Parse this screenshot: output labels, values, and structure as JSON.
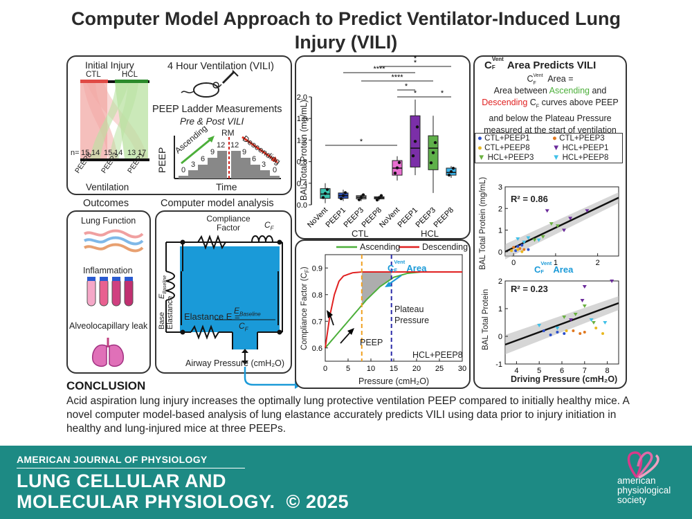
{
  "title_line1": "Computer Model Approach to Predict Ventilator-Induced Lung",
  "title_line2": "Injury (VILI)",
  "panel1": {
    "initial_injury": "Initial Injury",
    "ctl": "CTL",
    "hcl": "HCL",
    "ventilation_title": "4 Hour Ventilation (VILI)",
    "peep_ladder": "PEEP Ladder Measurements",
    "pre_post": "Pre & Post VILI",
    "n_label": "n=",
    "counts": [
      "15",
      "14",
      "15",
      "14",
      "13",
      "17"
    ],
    "groups": [
      "PEEP8",
      "PEEP3",
      "PEEP1"
    ],
    "ventilation": "Ventilation",
    "peep_axis": "PEEP",
    "time_axis": "Time",
    "ascending": "Ascending",
    "descending": "Descending",
    "rm": "RM",
    "ladder_values": [
      "0",
      "3",
      "6",
      "9",
      "12",
      "12",
      "9",
      "6",
      "3",
      "0"
    ]
  },
  "outcomes": {
    "heading": "Outcomes",
    "lung_function": "Lung Function",
    "inflammation": "Inflammation",
    "leak": "Alveolocapillary leak"
  },
  "model": {
    "heading": "Computer model analysis",
    "compliance_factor": "Compliance Factor",
    "cf": "C",
    "cf_sub": "F",
    "e_baseline": "E",
    "e_baseline_sub": "Baseline",
    "base_elastance": "Base Elastance",
    "elastance_eq": "Elastance E =",
    "eq_num": "E",
    "eq_num_sub": "Baseline",
    "eq_den": "C",
    "eq_den_sub": "F",
    "airway_pressure": "Airway Pressure (cmH₂O)"
  },
  "boxplot": {
    "ylabel": "BAL Total Protein (mg/mL)",
    "yticks": [
      "0.0",
      "0.4",
      "0.8",
      "1.2",
      "1.6",
      "2.0"
    ],
    "categories": [
      "NoVent",
      "PEEP1",
      "PEEP3",
      "PEEP8",
      "NoVent",
      "PEEP1",
      "PEEP3",
      "PEEP8"
    ],
    "group_labels": [
      "CTL",
      "HCL"
    ],
    "sig": [
      "*",
      "****",
      "****",
      "*",
      "*",
      "*",
      "*",
      "*"
    ],
    "colors": [
      "#3cc4b0",
      "#2c4fb8",
      "#999999",
      "#8a8a8a",
      "#e86fd0",
      "#7b2fa8",
      "#5fb04a",
      "#3ab4ea"
    ]
  },
  "cf_plot": {
    "ylabel": "Compliance Factor (C",
    "ylabel_sub": "F",
    "ylabel_end": ")",
    "xlabel": "Pressure (cmH₂O)",
    "legend_asc": "Ascending",
    "legend_desc": "Descending",
    "area_label_c": "C",
    "area_label_sup": "Vent",
    "area_label_sub": "F",
    "area_label_word": "Area",
    "plateau": "Plateau",
    "pressure_word": "Pressure",
    "peep": "PEEP",
    "group": "HCL+PEEP8",
    "asc_color": "#4caf3a",
    "desc_color": "#e02020",
    "peep_line_color": "#f0a020",
    "plateau_line_color": "#2a2aa8"
  },
  "right": {
    "title_c": "C",
    "title_sup": "Vent",
    "title_sub": "F",
    "title_rest": "Area Predicts VILI",
    "desc_c": "C",
    "desc_sup": "Vent",
    "desc_sub": "F",
    "desc_area": "Area =",
    "desc_line2": "Area between",
    "desc_asc": "Ascending",
    "desc_and": "and",
    "desc_desc": "Descending",
    "desc_cf": "C",
    "desc_cf_sub": "F",
    "desc_line3_rest": "curves above PEEP",
    "desc_line4": "and below the Plateau Pressure",
    "desc_line5": "measured at the start of ventilation",
    "legend": [
      {
        "label": "CTL+PEEP1",
        "color": "#2b4fcc"
      },
      {
        "label": "CTL+PEEP3",
        "color": "#e07820"
      },
      {
        "label": "CTL+PEEP8",
        "color": "#e8b820"
      },
      {
        "label": "HCL+PEEP1",
        "color": "#6a2a9a"
      },
      {
        "label": "HCL+PEEP3",
        "color": "#6ab040"
      },
      {
        "label": "HCL+PEEP8",
        "color": "#40c0e8"
      }
    ],
    "plot1_r2": "R² = 0.86",
    "plot1_ylabel": "BAL Total Protein (mg/mL)",
    "plot1_yticks": [
      "0",
      "1",
      "2",
      "3"
    ],
    "plot1_xticks": [
      "0",
      "1",
      "2"
    ],
    "plot2_r2": "R² = 0.23",
    "plot2_ylabel": "BAL Total Protein",
    "plot2_yticks": [
      "-1",
      "0",
      "1",
      "2"
    ],
    "plot2_xticks": [
      "4",
      "5",
      "6",
      "7",
      "8"
    ],
    "plot2_xlabel": "Driving Pressure (cmH₂O)"
  },
  "conclusion_heading": "CONCLUSION",
  "conclusion_text": "Acid aspiration lung injury increases the optimally lung protective ventilation PEEP compared to initially healthy mice. A novel computer model-based analysis of lung elastance accurately predicts VILI using data prior to injury initiation in healthy and lung-injured mice at three PEEPs.",
  "footer": {
    "journal_small": "AMERICAN JOURNAL OF PHYSIOLOGY",
    "journal_line1": "LUNG CELLULAR AND",
    "journal_line2": "MOLECULAR PHYSIOLOGY.",
    "copyright": "© 2025",
    "society_line1": "american",
    "society_line2": "physiological",
    "society_line3": "society"
  },
  "chart_data": [
    {
      "type": "bar",
      "subtype": "boxplot",
      "ylabel": "BAL Total Protein (mg/mL)",
      "ylim": [
        0,
        2.0
      ],
      "categories": [
        "NoVent",
        "PEEP1",
        "PEEP3",
        "PEEP8",
        "NoVent",
        "PEEP1",
        "PEEP3",
        "PEEP8"
      ],
      "groups": [
        "CTL",
        "CTL",
        "CTL",
        "CTL",
        "HCL",
        "HCL",
        "HCL",
        "HCL"
      ],
      "median": [
        0.2,
        0.17,
        0.14,
        0.13,
        0.68,
        1.05,
        1.05,
        0.6
      ],
      "q1": [
        0.12,
        0.12,
        0.11,
        0.11,
        0.55,
        0.7,
        0.65,
        0.55
      ],
      "q3": [
        0.3,
        0.22,
        0.17,
        0.15,
        0.82,
        1.65,
        1.28,
        0.68
      ],
      "min": [
        0.03,
        0.07,
        0.07,
        0.08,
        0.45,
        0.55,
        0.22,
        0.5
      ],
      "max": [
        0.4,
        0.28,
        0.19,
        0.17,
        0.9,
        1.95,
        1.65,
        0.72
      ]
    },
    {
      "type": "line",
      "xlabel": "Pressure (cmH₂O)",
      "ylabel": "Compliance Factor (CF)",
      "xlim": [
        0,
        30
      ],
      "ylim": [
        0.55,
        0.95
      ],
      "xticks": [
        0,
        5,
        10,
        15,
        20,
        25,
        30
      ],
      "yticks": [
        0.6,
        0.7,
        0.8,
        0.9
      ],
      "series": [
        {
          "name": "Ascending",
          "x": [
            0,
            3,
            6,
            9,
            12,
            15,
            18,
            21,
            24,
            27,
            30
          ],
          "y": [
            0.6,
            0.66,
            0.72,
            0.78,
            0.83,
            0.865,
            0.88,
            0.885,
            0.885,
            0.885,
            0.885
          ]
        },
        {
          "name": "Descending",
          "x": [
            0,
            1,
            2,
            3,
            4,
            6,
            8,
            12,
            18,
            24,
            30
          ],
          "y": [
            0.6,
            0.72,
            0.8,
            0.85,
            0.87,
            0.882,
            0.885,
            0.885,
            0.885,
            0.885,
            0.885
          ]
        }
      ],
      "vlines": [
        {
          "label": "PEEP",
          "x": 8
        },
        {
          "label": "Plateau Pressure",
          "x": 14.5
        }
      ]
    },
    {
      "type": "scatter",
      "ylabel": "BAL Total Protein (mg/mL)",
      "xlim": [
        -0.2,
        2.5
      ],
      "ylim": [
        -0.2,
        3
      ],
      "annotation": "R² = 0.86",
      "points": [
        {
          "g": 0,
          "x": 0.1,
          "y": 0.25
        },
        {
          "g": 0,
          "x": 0.2,
          "y": 0.3
        },
        {
          "g": 0,
          "x": 0.35,
          "y": 0.1
        },
        {
          "g": 0,
          "x": 0.05,
          "y": 0.05
        },
        {
          "g": 1,
          "x": 0.0,
          "y": 0.2
        },
        {
          "g": 1,
          "x": 0.15,
          "y": 0.15
        },
        {
          "g": 1,
          "x": 0.25,
          "y": 0.1
        },
        {
          "g": 2,
          "x": -0.05,
          "y": 0.05
        },
        {
          "g": 2,
          "x": 0.1,
          "y": 0.1
        },
        {
          "g": 2,
          "x": 0.2,
          "y": 0.0
        },
        {
          "g": 3,
          "x": 0.8,
          "y": 1.9
        },
        {
          "g": 3,
          "x": 1.35,
          "y": 1.55
        },
        {
          "g": 3,
          "x": 1.75,
          "y": 1.9
        },
        {
          "g": 3,
          "x": 1.2,
          "y": 1.0
        },
        {
          "g": 4,
          "x": 0.7,
          "y": 0.7
        },
        {
          "g": 4,
          "x": 1.05,
          "y": 1.2
        },
        {
          "g": 4,
          "x": 0.5,
          "y": 0.55
        },
        {
          "g": 4,
          "x": 0.9,
          "y": 1.3
        },
        {
          "g": 5,
          "x": 0.1,
          "y": 0.6
        },
        {
          "g": 5,
          "x": 0.35,
          "y": 0.65
        },
        {
          "g": 5,
          "x": 0.25,
          "y": 0.45
        },
        {
          "g": 5,
          "x": 0.6,
          "y": 0.55
        }
      ],
      "fit": {
        "x": [
          -0.2,
          2.5
        ],
        "y": [
          0.0,
          2.5
        ]
      }
    },
    {
      "type": "scatter",
      "xlabel": "Driving Pressure (cmH₂O)",
      "ylabel": "BAL Total Protein",
      "xlim": [
        3.5,
        8.5
      ],
      "ylim": [
        -1,
        2
      ],
      "annotation": "R² = 0.23",
      "points": [
        {
          "g": 0,
          "x": 5.2,
          "y": 0.2
        },
        {
          "g": 0,
          "x": 5.8,
          "y": 0.15
        },
        {
          "g": 0,
          "x": 6.1,
          "y": 0.1
        },
        {
          "g": 0,
          "x": 5.5,
          "y": 0.05
        },
        {
          "g": 1,
          "x": 6.5,
          "y": 0.2
        },
        {
          "g": 1,
          "x": 7.0,
          "y": 0.15
        },
        {
          "g": 1,
          "x": 6.8,
          "y": 0.1
        },
        {
          "g": 2,
          "x": 7.5,
          "y": 0.3
        },
        {
          "g": 2,
          "x": 7.8,
          "y": 0.1
        },
        {
          "g": 2,
          "x": 6.2,
          "y": 0.2
        },
        {
          "g": 3,
          "x": 7.0,
          "y": 1.8
        },
        {
          "g": 3,
          "x": 6.9,
          "y": 1.3
        },
        {
          "g": 3,
          "x": 8.2,
          "y": 2.0
        },
        {
          "g": 3,
          "x": 6.4,
          "y": 0.6
        },
        {
          "g": 4,
          "x": 6.1,
          "y": 0.7
        },
        {
          "g": 4,
          "x": 7.0,
          "y": 1.1
        },
        {
          "g": 4,
          "x": 6.6,
          "y": 0.8
        },
        {
          "g": 4,
          "x": 7.4,
          "y": 0.5
        },
        {
          "g": 5,
          "x": 5.0,
          "y": 0.4
        },
        {
          "g": 5,
          "x": 7.3,
          "y": 0.6
        },
        {
          "g": 5,
          "x": 7.9,
          "y": 0.5
        },
        {
          "g": 5,
          "x": 5.8,
          "y": 0.3
        }
      ],
      "fit": {
        "x": [
          3.5,
          8.5
        ],
        "y": [
          -0.3,
          1.2
        ]
      }
    }
  ]
}
